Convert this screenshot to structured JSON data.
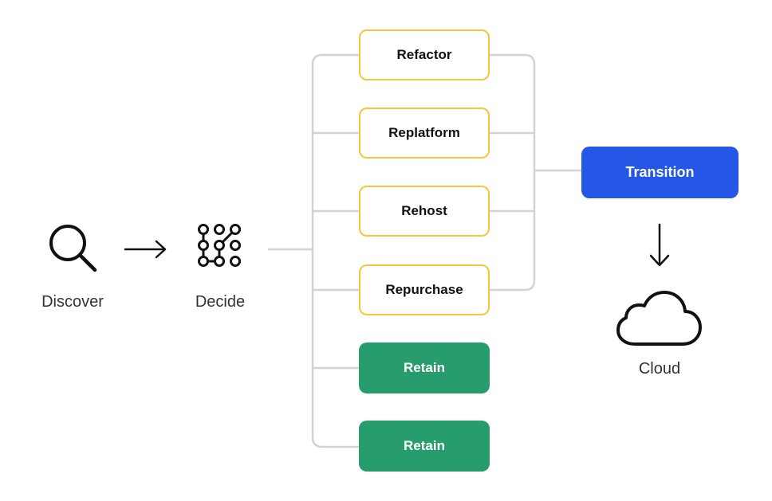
{
  "steps": {
    "discover": "Discover",
    "decide": "Decide",
    "cloud": "Cloud"
  },
  "strategies": [
    {
      "label": "Refactor",
      "kind": "move"
    },
    {
      "label": "Replatform",
      "kind": "move"
    },
    {
      "label": "Rehost",
      "kind": "move"
    },
    {
      "label": "Repurchase",
      "kind": "move"
    },
    {
      "label": "Retain",
      "kind": "retain"
    },
    {
      "label": "Retain",
      "kind": "retain"
    }
  ],
  "transition": "Transition",
  "icons": {
    "discover": "search-icon",
    "decide": "decision-grid-icon",
    "cloud": "cloud-icon"
  },
  "colors": {
    "move_border": "#f5c53c",
    "retain": "#279c6c",
    "transition": "#2457e6",
    "connector": "#d3d3d3"
  }
}
